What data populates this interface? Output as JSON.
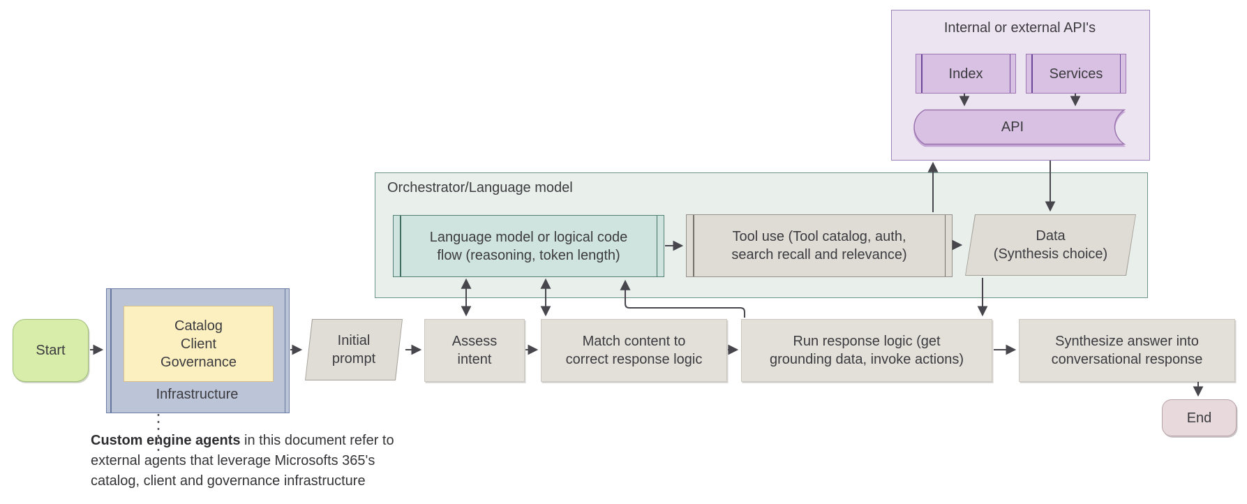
{
  "api_panel": {
    "title": "Internal or external API's",
    "index_label": "Index",
    "services_label": "Services",
    "api_label": "API"
  },
  "orchestrator_panel": {
    "title": "Orchestrator/Language model",
    "language_model": {
      "line1": "Language model or logical code",
      "line2": "flow (reasoning, token length)"
    },
    "tool_use": {
      "line1": "Tool use (Tool catalog, auth,",
      "line2": "search recall and relevance)"
    },
    "data": {
      "line1": "Data",
      "line2": "(Synthesis choice)"
    }
  },
  "infrastructure_panel": {
    "label": "Infrastructure",
    "stack": {
      "line1": "Catalog",
      "line2": "Client",
      "line3": "Governance"
    }
  },
  "flow": {
    "start_label": "Start",
    "initial_prompt": {
      "line1": "Initial",
      "line2": "prompt"
    },
    "assess": {
      "line1": "Assess",
      "line2": "intent"
    },
    "match": {
      "line1": "Match content to",
      "line2": "correct response logic"
    },
    "run": {
      "line1": "Run response logic (get",
      "line2": "grounding data, invoke actions)"
    },
    "synthesize": {
      "line1": "Synthesize answer into",
      "line2": "conversational response"
    },
    "end_label": "End"
  },
  "note": {
    "bold": "Custom engine agents",
    "line1_rest": " in this document refer to",
    "line2": "external agents that leverage Microsofts 365's",
    "line3": "catalog, client and governance infrastructure"
  },
  "colors": {
    "api_panel_fill": "#ede4f2",
    "api_node_fill": "#d8c1e2",
    "orchestrator_panel_fill": "#e9f0eb",
    "language_model_fill": "#cfe4de",
    "process_fill": "#e3e0da",
    "infrastructure_fill": "#bcc5d8",
    "governance_stack_fill": "#fcf0c0",
    "start_fill": "#d7eda9",
    "end_fill": "#e7d9dc",
    "arrow": "#47464c"
  }
}
